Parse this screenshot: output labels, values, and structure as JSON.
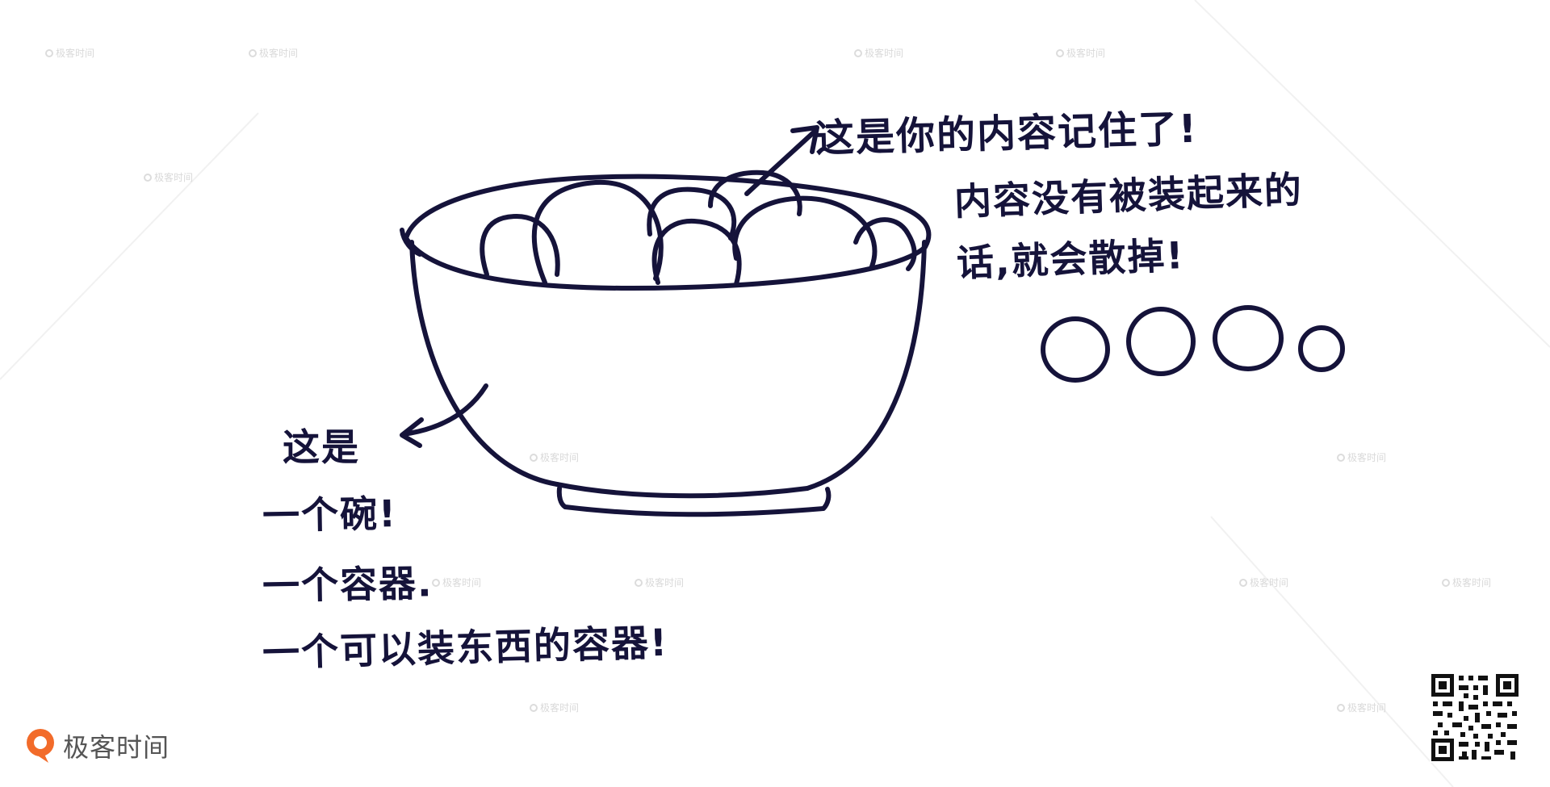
{
  "annotations": {
    "top": [
      "这是你的内容记住了!",
      "内容没有被装起来的",
      "话,就会散掉!"
    ],
    "left": [
      "这是",
      "一个碗!",
      "一个容器.",
      "一个可以装东西的容器!"
    ]
  },
  "branding": {
    "logo_text": "极客时间",
    "watermark_text": "极客时间",
    "brand_color": "#f26b2a"
  },
  "colors": {
    "ink": "#15133a",
    "watermark": "#d9d9d9"
  },
  "icons": {
    "logo": "geek-time-logo-icon",
    "qr": "qr-code-icon"
  }
}
